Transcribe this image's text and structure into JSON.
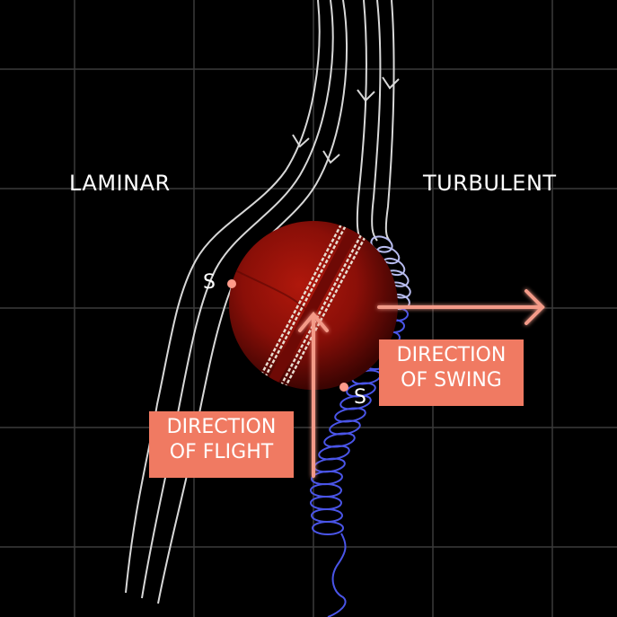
{
  "regions": {
    "left_label": "LAMINAR",
    "right_label": "TURBULENT"
  },
  "separation_points": {
    "left": "S",
    "right": "S"
  },
  "callouts": {
    "flight": {
      "line1": "DIRECTION",
      "line2": "OF FLIGHT"
    },
    "swing": {
      "line1": "DIRECTION",
      "line2": "OF SWING"
    }
  },
  "colors": {
    "background": "#000000",
    "grid": "#3a3a3a",
    "streamline": "#d8d8d8",
    "turbulent_wake": "#4a55e8",
    "ball": "#8a0f08",
    "seam": "#e8dcd0",
    "arrow": "#f39a88",
    "callout_bg": "#f07a62",
    "separation_dot": "#ff9a8a"
  }
}
